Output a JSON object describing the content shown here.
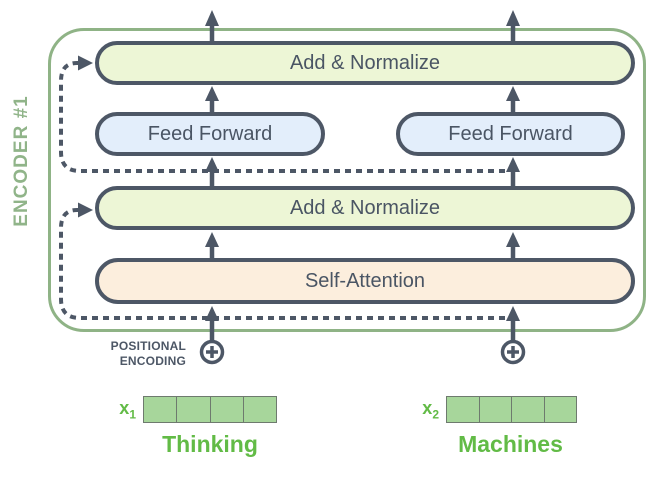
{
  "diagram": {
    "encoder_label": "ENCODER #1",
    "layers": {
      "add_norm_top": "Add & Normalize",
      "feed_forward_left": "Feed Forward",
      "feed_forward_right": "Feed Forward",
      "add_norm_mid": "Add & Normalize",
      "self_attention": "Self-Attention"
    },
    "positional_encoding": {
      "line1": "POSITIONAL",
      "line2": "ENCODING",
      "icon": "plus-in-circle"
    },
    "tokens": [
      {
        "vector_label": "x",
        "vector_sub": "1",
        "word": "Thinking",
        "cells": 4
      },
      {
        "vector_label": "x",
        "vector_sub": "2",
        "word": "Machines",
        "cells": 4
      }
    ],
    "colors": {
      "outline_green": "#8fb386",
      "box_border_slate": "#4d5766",
      "add_normalize_fill": "#edf6d6",
      "feed_forward_fill": "#e3eefb",
      "self_attention_fill": "#fceedd",
      "token_green": "#62bb46",
      "vector_fill": "#a7d69b"
    }
  }
}
